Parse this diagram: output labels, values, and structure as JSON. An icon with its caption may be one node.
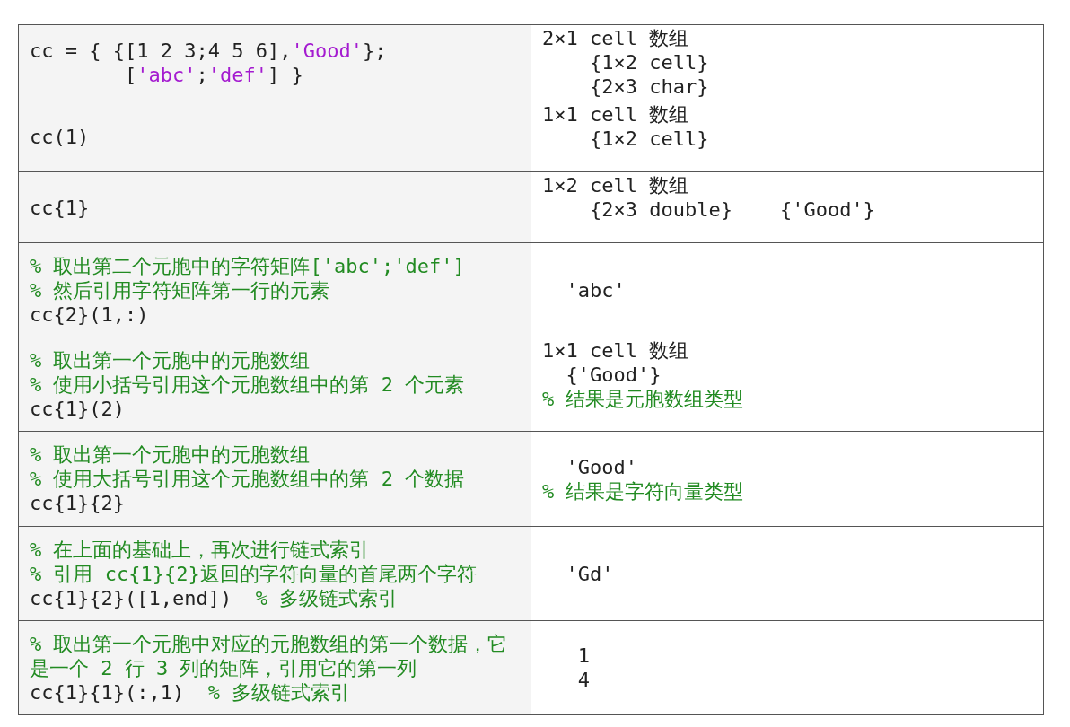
{
  "diagram": {
    "labels": [
      "cc = { {[1 2 3;4 5 6],'Good'};",
      "        ['abc';'def'] }",
      "2×1 cell 数组",
      "    {1×2 cell}",
      "    {2×3 char}",
      "cc(1)",
      "1×1 cell 数组",
      "    {1×2 cell}",
      "cc{1}",
      "1×2 cell 数组",
      "    {2×3 double}    {'Good'}",
      "% 取出第二个元胞中的字符矩阵['abc';'def']",
      "% 然后引用字符矩阵第一行的元素",
      "cc{2}(1,:)",
      "  'abc'",
      "% 取出第一个元胞中的元胞数组",
      "% 使用小括号引用这个元胞数组中的第 2 个元素",
      "cc{1}(2)",
      "1×1 cell 数组",
      "  {'Good'}",
      "% 结果是元胞数组类型",
      "% 取出第一个元胞中的元胞数组",
      "% 使用大括号引用这个元胞数组中的第 2 个数据",
      "cc{1}{2}",
      "  'Good'",
      "% 结果是字符向量类型",
      "% 在上面的基础上，再次进行链式索引",
      "% 引用 cc{1}{2}返回的字符向量的首尾两个字符",
      "cc{1}{2}([1,end])  % 多级链式索引",
      "  'Gd'",
      "% 取出第一个元胞中对应的元胞数组的第一个数据，它是一个 2 行 3 列的矩阵，引用它的第一列",
      "cc{1}{1}(:,1)  % 多级链式索引",
      "   1",
      "   4"
    ]
  }
}
